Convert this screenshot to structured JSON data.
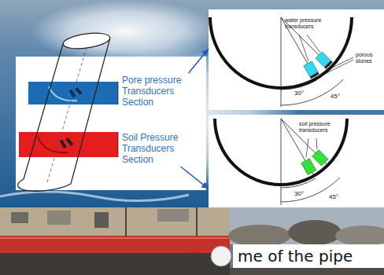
{
  "diagram": {
    "nodes": [
      {
        "text": [
          "Pore pressure Transducers Section"
        ]
      },
      {
        "text": [
          "Soil Pressure Transducers Section"
        ]
      },
      {
        "text": [
          "water pressure transducers",
          "porous stones",
          "30°",
          "45°"
        ]
      },
      {
        "text": [
          "soil pressure transducers",
          "30°",
          "45°"
        ]
      },
      {
        "text": [
          "me of the pipe"
        ]
      }
    ],
    "edges": [
      {
        "from": 0,
        "to": 2,
        "arrow": "to"
      },
      {
        "from": 1,
        "to": 3,
        "arrow": "to"
      }
    ]
  }
}
